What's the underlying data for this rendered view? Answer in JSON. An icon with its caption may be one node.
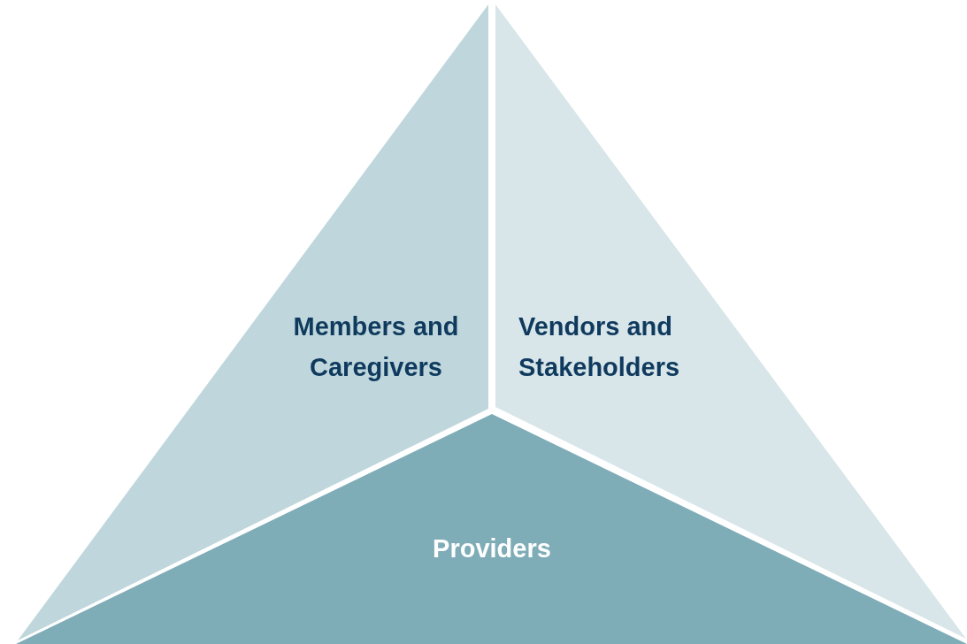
{
  "diagram": {
    "nodes": [
      {
        "text": [
          "Members and Caregivers"
        ]
      },
      {
        "text": [
          "Vendors and Stakeholders"
        ]
      },
      {
        "text": [
          "Providers"
        ]
      }
    ]
  }
}
